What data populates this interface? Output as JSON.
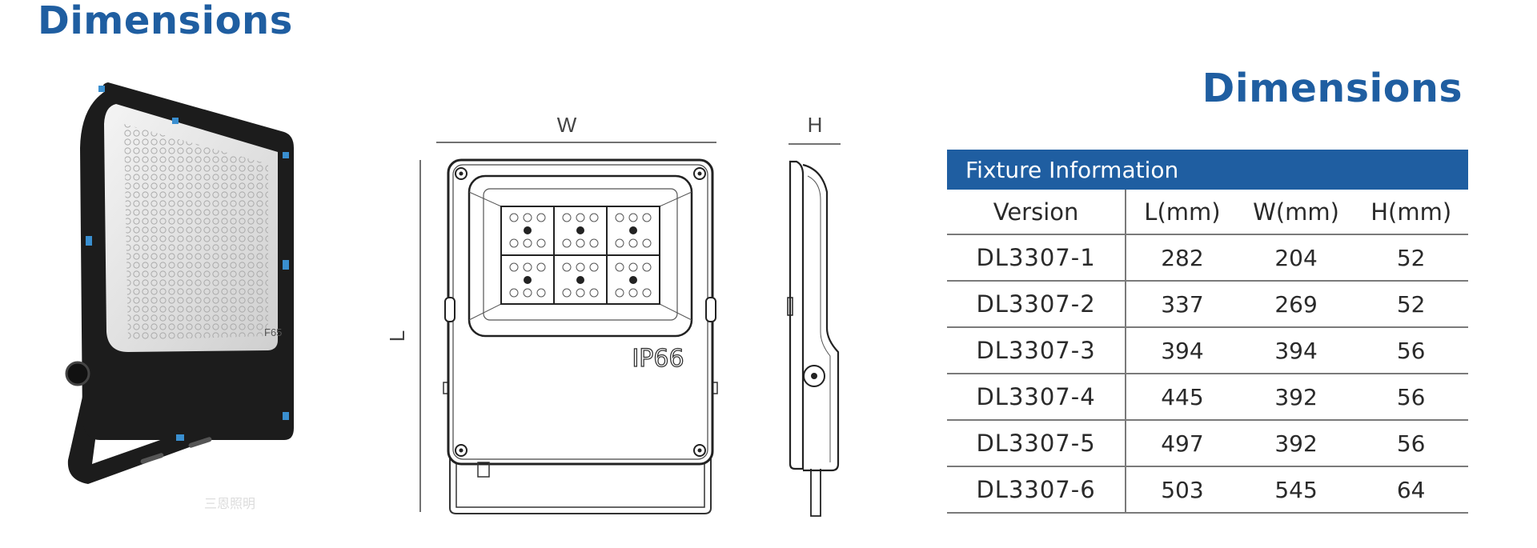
{
  "page": {
    "heading": "Dimensions",
    "section_heading": "Dimensions"
  },
  "photo": {
    "panel_label": "F65",
    "watermark": "三恩照明"
  },
  "drawing": {
    "width_label": "W",
    "length_label": "L",
    "height_label": "H",
    "ip_rating": "IP66"
  },
  "table": {
    "title": "Fixture Information",
    "headers": [
      "Version",
      "L(mm)",
      "W(mm)",
      "H(mm)"
    ],
    "rows": [
      [
        "DL3307-1",
        "282",
        "204",
        "52"
      ],
      [
        "DL3307-2",
        "337",
        "269",
        "52"
      ],
      [
        "DL3307-3",
        "394",
        "394",
        "56"
      ],
      [
        "DL3307-4",
        "445",
        "392",
        "56"
      ],
      [
        "DL3307-5",
        "497",
        "392",
        "56"
      ],
      [
        "DL3307-6",
        "503",
        "545",
        "64"
      ]
    ]
  },
  "colors": {
    "brand_blue": "#1f5ea1",
    "housing_black": "#1c1c1c",
    "accent_blue": "#3a8fd0"
  }
}
